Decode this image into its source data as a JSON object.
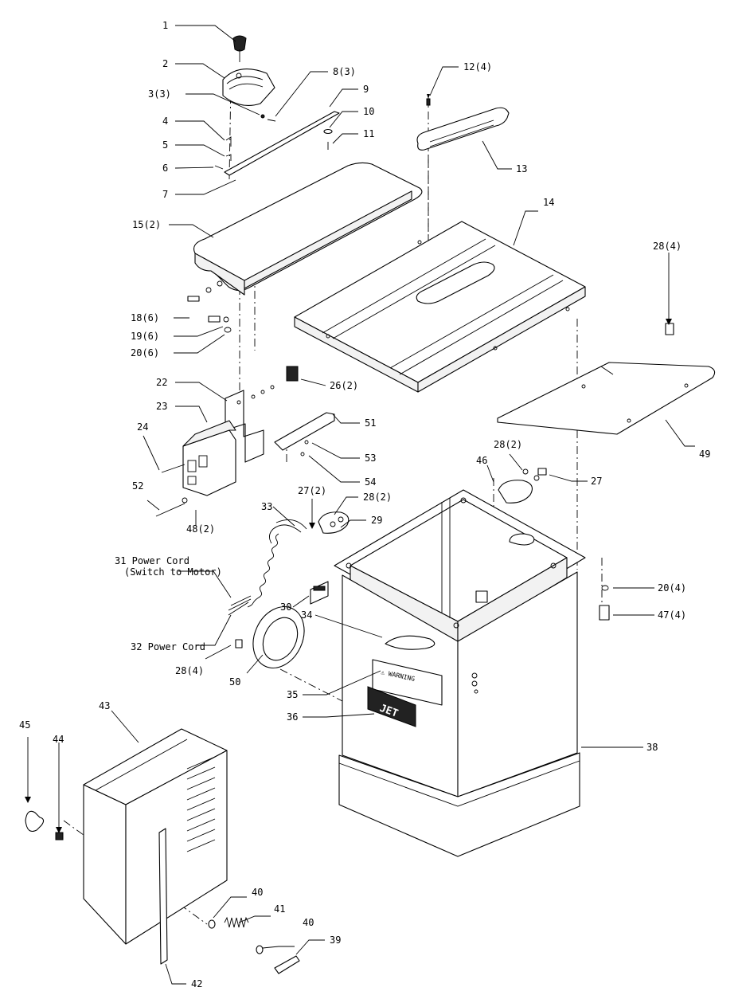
{
  "callouts": [
    {
      "id": "c1",
      "text": "1"
    },
    {
      "id": "c2",
      "text": "2"
    },
    {
      "id": "c3",
      "text": "3(3)"
    },
    {
      "id": "c4",
      "text": "4"
    },
    {
      "id": "c5",
      "text": "5"
    },
    {
      "id": "c6",
      "text": "6"
    },
    {
      "id": "c7",
      "text": "7"
    },
    {
      "id": "c8",
      "text": "8(3)"
    },
    {
      "id": "c9",
      "text": "9"
    },
    {
      "id": "c10",
      "text": "10"
    },
    {
      "id": "c11",
      "text": "11"
    },
    {
      "id": "c12",
      "text": "12(4)"
    },
    {
      "id": "c13",
      "text": "13"
    },
    {
      "id": "c14",
      "text": "14"
    },
    {
      "id": "c15",
      "text": "15(2)"
    },
    {
      "id": "c18",
      "text": "18(6)"
    },
    {
      "id": "c19",
      "text": "19(6)"
    },
    {
      "id": "c20",
      "text": "20(6)"
    },
    {
      "id": "c22",
      "text": "22"
    },
    {
      "id": "c23",
      "text": "23"
    },
    {
      "id": "c24",
      "text": "24"
    },
    {
      "id": "c26",
      "text": "26(2)"
    },
    {
      "id": "c51",
      "text": "51"
    },
    {
      "id": "c53",
      "text": "53"
    },
    {
      "id": "c54",
      "text": "54"
    },
    {
      "id": "c52",
      "text": "52"
    },
    {
      "id": "c48",
      "text": "48(2)"
    },
    {
      "id": "c28a",
      "text": "28(4)"
    },
    {
      "id": "c49",
      "text": "49"
    },
    {
      "id": "c28b",
      "text": "28(2)"
    },
    {
      "id": "c46",
      "text": "46"
    },
    {
      "id": "c27a",
      "text": "27"
    },
    {
      "id": "c27b",
      "text": "27(2)"
    },
    {
      "id": "c28c",
      "text": "28(2)"
    },
    {
      "id": "c29",
      "text": "29"
    },
    {
      "id": "c33",
      "text": "33"
    },
    {
      "id": "c31a",
      "text": "31 Power Cord"
    },
    {
      "id": "c31b",
      "text": "(Switch to Motor)"
    },
    {
      "id": "c30",
      "text": "30"
    },
    {
      "id": "c32",
      "text": "32 Power Cord"
    },
    {
      "id": "c34",
      "text": "34"
    },
    {
      "id": "c20b",
      "text": "20(4)"
    },
    {
      "id": "c47",
      "text": "47(4)"
    },
    {
      "id": "c28d",
      "text": "28(4)"
    },
    {
      "id": "c50",
      "text": "50"
    },
    {
      "id": "c35",
      "text": "35"
    },
    {
      "id": "c36",
      "text": "36"
    },
    {
      "id": "c38",
      "text": "38"
    },
    {
      "id": "c43",
      "text": "43"
    },
    {
      "id": "c45",
      "text": "45"
    },
    {
      "id": "c44",
      "text": "44"
    },
    {
      "id": "c40a",
      "text": "40"
    },
    {
      "id": "c41",
      "text": "41"
    },
    {
      "id": "c40b",
      "text": "40"
    },
    {
      "id": "c39",
      "text": "39"
    },
    {
      "id": "c42",
      "text": "42"
    }
  ],
  "labels": {
    "warning": "⚠ WARNING",
    "brand": "JET"
  }
}
